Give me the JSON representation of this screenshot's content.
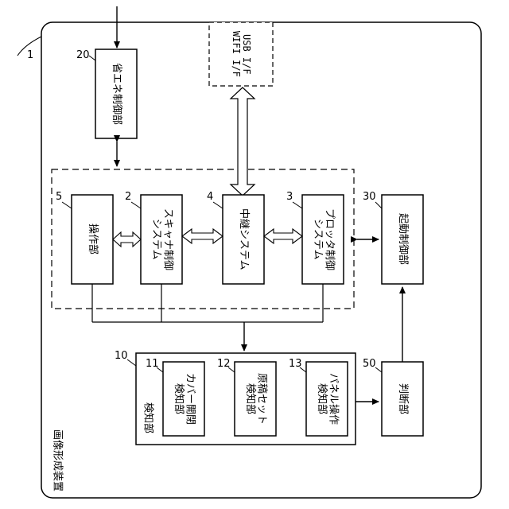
{
  "device": {
    "number": "1",
    "title": "画像形成装置"
  },
  "power_save": {
    "number": "20",
    "label": "省エネ制御部"
  },
  "interfaces": {
    "line1": "WIFI I/F",
    "line2": "USB I/F"
  },
  "control": {
    "operation": {
      "number": "5",
      "label": "操作部"
    },
    "scanner": {
      "number": "2",
      "label": "スキャナ制御\nシステム"
    },
    "relay": {
      "number": "4",
      "label": "中継システム"
    },
    "plotter": {
      "number": "3",
      "label": "プロッタ制御\nシステム"
    }
  },
  "startup": {
    "number": "30",
    "label": "起動制御部"
  },
  "detection": {
    "number": "10",
    "label": "検知部",
    "cover": {
      "number": "11",
      "label": "カバー開閉\n検知部"
    },
    "original": {
      "number": "12",
      "label": "原稿セット\n検知部"
    },
    "panel": {
      "number": "13",
      "label": "パネル操作\n検知部"
    }
  },
  "judgment": {
    "number": "50",
    "label": "判断部"
  }
}
